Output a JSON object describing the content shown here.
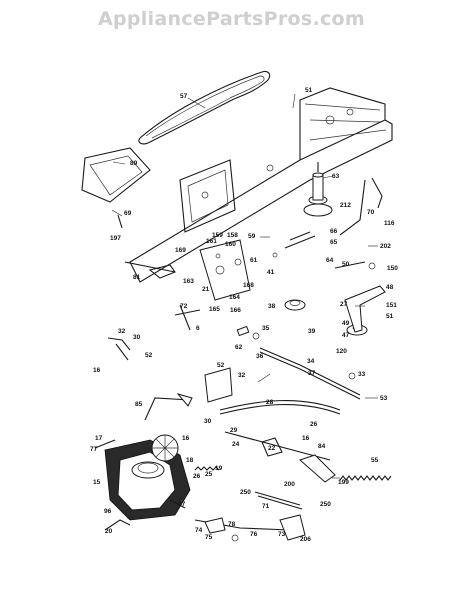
{
  "watermark": "AppliancePartsPros.com",
  "callouts": [
    {
      "id": "c57",
      "text": "57"
    },
    {
      "id": "c51a",
      "text": "51"
    },
    {
      "id": "c89",
      "text": "89"
    },
    {
      "id": "c69",
      "text": "69"
    },
    {
      "id": "c63",
      "text": "63"
    },
    {
      "id": "c212",
      "text": "212"
    },
    {
      "id": "c70",
      "text": "70"
    },
    {
      "id": "c116",
      "text": "116"
    },
    {
      "id": "c197",
      "text": "197"
    },
    {
      "id": "c59",
      "text": "59"
    },
    {
      "id": "c66",
      "text": "66"
    },
    {
      "id": "c65",
      "text": "65"
    },
    {
      "id": "c202",
      "text": "202"
    },
    {
      "id": "c159",
      "text": "159"
    },
    {
      "id": "c158",
      "text": "158"
    },
    {
      "id": "c161",
      "text": "161"
    },
    {
      "id": "c160",
      "text": "160"
    },
    {
      "id": "c169",
      "text": "169"
    },
    {
      "id": "c61",
      "text": "61"
    },
    {
      "id": "c64",
      "text": "64"
    },
    {
      "id": "c41",
      "text": "41"
    },
    {
      "id": "c50",
      "text": "50"
    },
    {
      "id": "c150",
      "text": "150"
    },
    {
      "id": "c81",
      "text": "81"
    },
    {
      "id": "c163",
      "text": "163"
    },
    {
      "id": "c48",
      "text": "48"
    },
    {
      "id": "c21",
      "text": "21"
    },
    {
      "id": "c164",
      "text": "164"
    },
    {
      "id": "c168",
      "text": "168"
    },
    {
      "id": "c38",
      "text": "38"
    },
    {
      "id": "c27",
      "text": "27"
    },
    {
      "id": "c151",
      "text": "151"
    },
    {
      "id": "c72",
      "text": "72"
    },
    {
      "id": "c165",
      "text": "165"
    },
    {
      "id": "c166",
      "text": "166"
    },
    {
      "id": "c49",
      "text": "49"
    },
    {
      "id": "c51b",
      "text": "51"
    },
    {
      "id": "c6",
      "text": "6"
    },
    {
      "id": "c35",
      "text": "35"
    },
    {
      "id": "c39",
      "text": "39"
    },
    {
      "id": "c47",
      "text": "47"
    },
    {
      "id": "c32a",
      "text": "32"
    },
    {
      "id": "c30",
      "text": "30"
    },
    {
      "id": "c62",
      "text": "62"
    },
    {
      "id": "c120",
      "text": "120"
    },
    {
      "id": "c52a",
      "text": "52"
    },
    {
      "id": "c36",
      "text": "36"
    },
    {
      "id": "c34",
      "text": "34"
    },
    {
      "id": "c16a",
      "text": "16"
    },
    {
      "id": "c37",
      "text": "37"
    },
    {
      "id": "c52b",
      "text": "52"
    },
    {
      "id": "c32b",
      "text": "32"
    },
    {
      "id": "c33",
      "text": "33"
    },
    {
      "id": "c53",
      "text": "53"
    },
    {
      "id": "c85",
      "text": "85"
    },
    {
      "id": "c28",
      "text": "28"
    },
    {
      "id": "c30b",
      "text": "30"
    },
    {
      "id": "c26a",
      "text": "26"
    },
    {
      "id": "c29",
      "text": "29"
    },
    {
      "id": "c17",
      "text": "17"
    },
    {
      "id": "c77a",
      "text": "77"
    },
    {
      "id": "c16b",
      "text": "16"
    },
    {
      "id": "c16c",
      "text": "16"
    },
    {
      "id": "c84",
      "text": "84"
    },
    {
      "id": "c24",
      "text": "24"
    },
    {
      "id": "c22",
      "text": "22"
    },
    {
      "id": "c18",
      "text": "18"
    },
    {
      "id": "c25",
      "text": "25"
    },
    {
      "id": "c19",
      "text": "19"
    },
    {
      "id": "c26b",
      "text": "26"
    },
    {
      "id": "c55",
      "text": "55"
    },
    {
      "id": "c15",
      "text": "15"
    },
    {
      "id": "c199",
      "text": "199"
    },
    {
      "id": "c200",
      "text": "200"
    },
    {
      "id": "c250a",
      "text": "250"
    },
    {
      "id": "c77b",
      "text": "77"
    },
    {
      "id": "c71",
      "text": "71"
    },
    {
      "id": "c96",
      "text": "96"
    },
    {
      "id": "c250b",
      "text": "250"
    },
    {
      "id": "c20",
      "text": "20"
    },
    {
      "id": "c78",
      "text": "78"
    },
    {
      "id": "c74",
      "text": "74"
    },
    {
      "id": "c75",
      "text": "75"
    },
    {
      "id": "c76",
      "text": "76"
    },
    {
      "id": "c73",
      "text": "73"
    },
    {
      "id": "c206",
      "text": "206"
    }
  ]
}
